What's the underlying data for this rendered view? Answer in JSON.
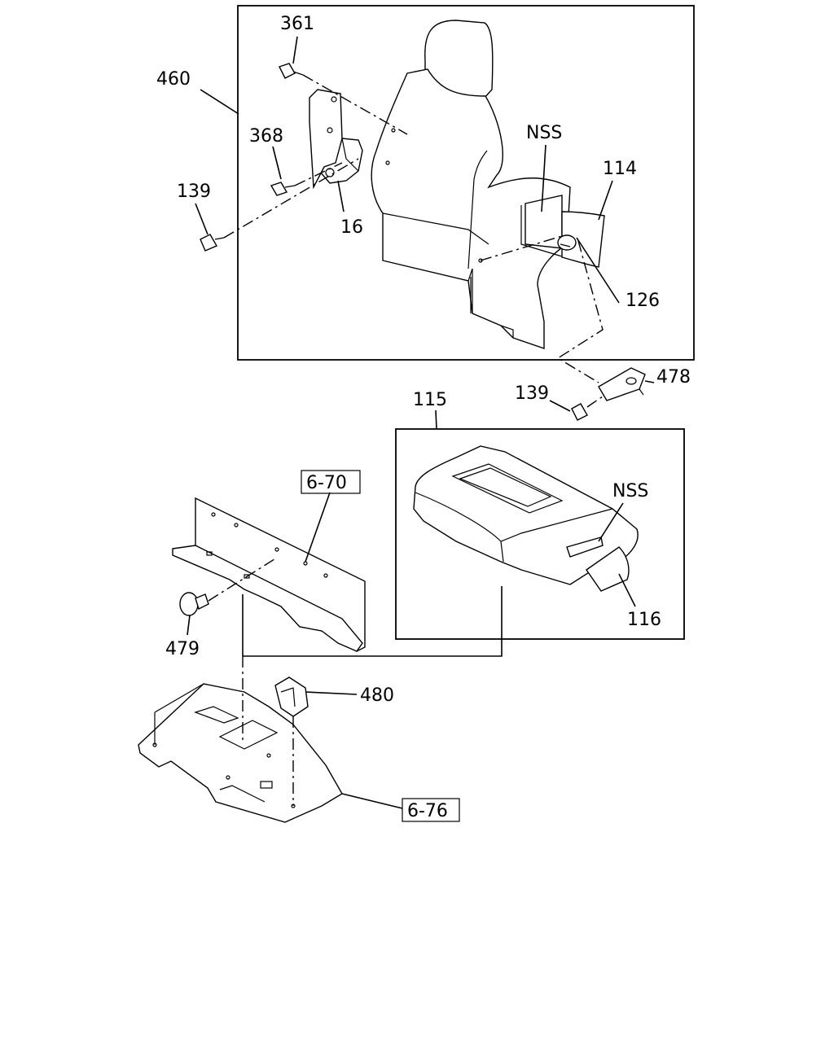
{
  "labels": {
    "p361": "361",
    "p460": "460",
    "p368": "368",
    "p139a": "139",
    "p16": "16",
    "nss_back": "NSS",
    "p114": "114",
    "p126": "126",
    "p478": "478",
    "p139b": "139",
    "p115": "115",
    "nss_cushion": "NSS",
    "p116": "116",
    "ref670": "6-70",
    "p479": "479",
    "p480": "480",
    "ref676": "6-76"
  }
}
